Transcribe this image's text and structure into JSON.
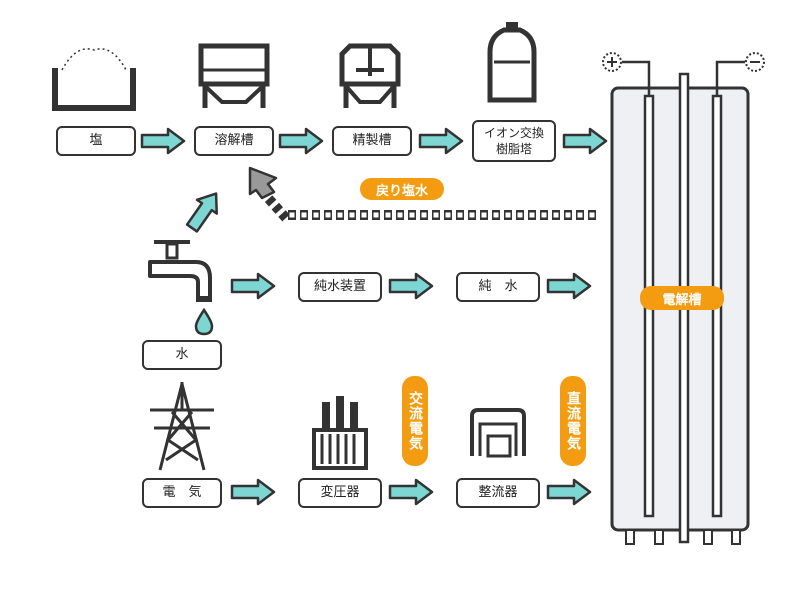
{
  "colors": {
    "arrow": "#7dd6d2",
    "outline": "#333333",
    "accent": "#f39c12",
    "tank": "#eef0f4"
  },
  "icons": [
    "salt-bowl-icon",
    "dissolving-tank-icon",
    "purification-tank-icon",
    "ion-exchange-tower-icon",
    "faucet-icon",
    "power-tower-icon",
    "transformer-icon",
    "rectifier-icon",
    "plus-icon",
    "minus-icon"
  ],
  "boxes": {
    "salt": "塩",
    "dissolving_tank": "溶解槽",
    "purification_tank": "精製槽",
    "ion_exchange": "イオン交換\n樹脂塔",
    "water": "水",
    "pure_water_device": "純水装置",
    "pure_water": "純　水",
    "electricity": "電　気",
    "transformer": "変圧器",
    "rectifier": "整流器"
  },
  "tags": {
    "return_brine": "戻り塩水",
    "electrolyzer": "電解槽",
    "ac_current": "交流電気",
    "dc_current": "直流電気"
  }
}
